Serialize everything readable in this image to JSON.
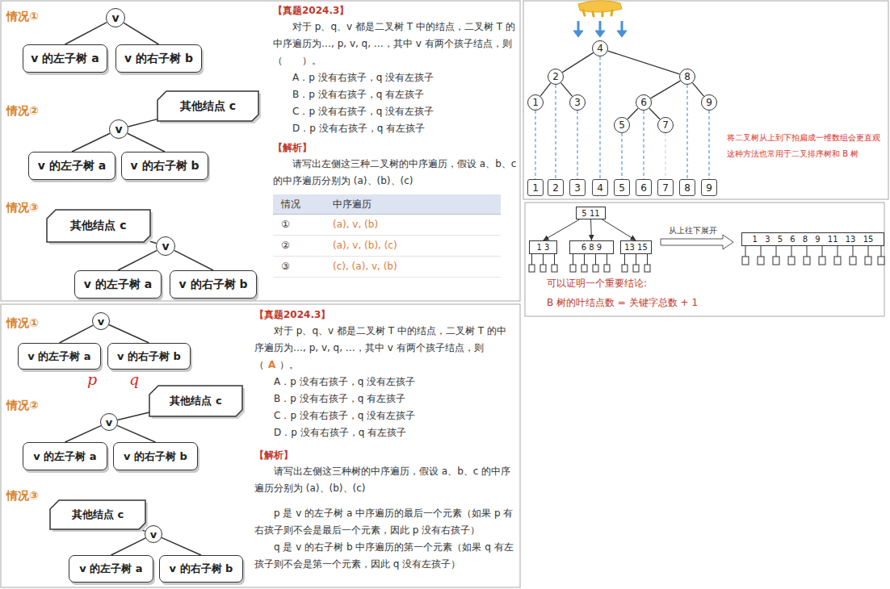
{
  "diagram": {
    "nodes": [
      {
        "text": [
          "v"
        ]
      },
      {
        "text": [
          "v 的左子树 a"
        ]
      },
      {
        "text": [
          "v 的右子树 b"
        ]
      },
      {
        "text": [
          "其他结点 c"
        ]
      },
      {
        "text": [
          "v"
        ]
      },
      {
        "text": [
          "v 的左子树 a"
        ]
      },
      {
        "text": [
          "v 的右子树 b"
        ]
      },
      {
        "text": [
          "其他结点 c"
        ]
      },
      {
        "text": [
          "v"
        ]
      },
      {
        "text": [
          "v 的左子树 a"
        ]
      },
      {
        "text": [
          "v 的右子树 b"
        ]
      },
      {
        "text": [
          "v"
        ]
      },
      {
        "text": [
          "v 的左子树 a"
        ]
      },
      {
        "text": [
          "v 的右子树 b"
        ]
      },
      {
        "text": [
          "其他结点 c"
        ]
      },
      {
        "text": [
          "v"
        ]
      },
      {
        "text": [
          "v 的左子树 a"
        ]
      },
      {
        "text": [
          "v 的右子树 b"
        ]
      },
      {
        "text": [
          "其他结点 c"
        ]
      },
      {
        "text": [
          "v"
        ]
      },
      {
        "text": [
          "v 的左子树 a"
        ]
      },
      {
        "text": [
          "v 的右子树 b"
        ]
      },
      {
        "text": [
          "4"
        ]
      },
      {
        "text": [
          "2"
        ]
      },
      {
        "text": [
          "8"
        ]
      },
      {
        "text": [
          "1"
        ]
      },
      {
        "text": [
          "3"
        ]
      },
      {
        "text": [
          "6"
        ]
      },
      {
        "text": [
          "9"
        ]
      },
      {
        "text": [
          "5"
        ]
      },
      {
        "text": [
          "7"
        ]
      },
      {
        "text": [
          "1"
        ]
      },
      {
        "text": [
          "2"
        ]
      },
      {
        "text": [
          "3"
        ]
      },
      {
        "text": [
          "4"
        ]
      },
      {
        "text": [
          "5"
        ]
      },
      {
        "text": [
          "6"
        ]
      },
      {
        "text": [
          "7"
        ]
      },
      {
        "text": [
          "8"
        ]
      },
      {
        "text": [
          "9"
        ]
      },
      {
        "text": [
          "5 11"
        ]
      },
      {
        "text": [
          "1 3"
        ]
      },
      {
        "text": [
          "6 8 9"
        ]
      },
      {
        "text": [
          "13 15"
        ]
      },
      {
        "text": [
          "1 3 5 6 8 9 11 13 15"
        ]
      }
    ],
    "edges": [
      {
        "from": 0,
        "to": 1,
        "arrow": "none"
      },
      {
        "from": 0,
        "to": 2,
        "arrow": "none"
      },
      {
        "from": 3,
        "to": 4,
        "arrow": "none"
      },
      {
        "from": 4,
        "to": 5,
        "arrow": "none"
      },
      {
        "from": 4,
        "to": 6,
        "arrow": "none"
      },
      {
        "from": 7,
        "to": 8,
        "arrow": "none"
      },
      {
        "from": 8,
        "to": 9,
        "arrow": "none"
      },
      {
        "from": 8,
        "to": 10,
        "arrow": "none"
      },
      {
        "from": 11,
        "to": 12,
        "arrow": "none"
      },
      {
        "from": 11,
        "to": 13,
        "arrow": "none"
      },
      {
        "from": 14,
        "to": 15,
        "arrow": "none"
      },
      {
        "from": 15,
        "to": 16,
        "arrow": "none"
      },
      {
        "from": 15,
        "to": 17,
        "arrow": "none"
      },
      {
        "from": 18,
        "to": 19,
        "arrow": "none"
      },
      {
        "from": 19,
        "to": 20,
        "arrow": "none"
      },
      {
        "from": 19,
        "to": 21,
        "arrow": "none"
      },
      {
        "from": 22,
        "to": 23,
        "arrow": "none"
      },
      {
        "from": 22,
        "to": 24,
        "arrow": "none"
      },
      {
        "from": 23,
        "to": 25,
        "arrow": "none"
      },
      {
        "from": 23,
        "to": 26,
        "arrow": "none"
      },
      {
        "from": 24,
        "to": 27,
        "arrow": "none"
      },
      {
        "from": 24,
        "to": 28,
        "arrow": "none"
      },
      {
        "from": 27,
        "to": 29,
        "arrow": "none"
      },
      {
        "from": 27,
        "to": 30,
        "arrow": "none"
      },
      {
        "from": 25,
        "to": 31,
        "arrow": "none"
      },
      {
        "from": 23,
        "to": 32,
        "arrow": "none"
      },
      {
        "from": 26,
        "to": 33,
        "arrow": "none"
      },
      {
        "from": 22,
        "to": 34,
        "arrow": "none"
      },
      {
        "from": 29,
        "to": 35,
        "arrow": "none"
      },
      {
        "from": 27,
        "to": 36,
        "arrow": "none"
      },
      {
        "from": 30,
        "to": 37,
        "arrow": "none"
      },
      {
        "from": 24,
        "to": 38,
        "arrow": "none"
      },
      {
        "from": 28,
        "to": 39,
        "arrow": "none"
      },
      {
        "from": 40,
        "to": 41,
        "arrow": "to"
      },
      {
        "from": 40,
        "to": 42,
        "arrow": "to"
      },
      {
        "from": 40,
        "to": 43,
        "arrow": "to"
      }
    ],
    "labels": [
      "情况①",
      "情况②",
      "情况③",
      "【真题2024.3】",
      "对于 p、q、v 都是二叉树 T 中的结点，二叉树 T 的中序遍历为…, p, v, q, …，其中 v 有两个孩子结点，则（　　）。",
      "A．p 没有右孩子，q 没有左孩子",
      "B．p 没有右孩子，q 有左孩子",
      "C．p 没有右孩子，q 没有左孩子",
      "D．p 没有右孩子，q 有左孩子",
      "【解析】",
      "请写出左侧这三种二叉树的中序遍历，假设 a、b、c 的中序遍历分别为 (a)、(b)、(c)",
      "情况",
      "中序遍历",
      "①",
      "(a), v, (b)",
      "②",
      "(a), v, (b), (c)",
      "③",
      "(c), (a), v, (b)",
      "情况①",
      "情况②",
      "情况③",
      "p",
      "q",
      "【真题2024.3】",
      "对于 p、q、v 都是二叉树 T 中的结点，二叉树 T 的中序遍历为…, p, v, q, …，其中 v 有两个孩子结点，则（",
      "A",
      "）。",
      "A．p 没有右孩子，q 没有左孩子",
      "B．p 没有右孩子，q 有左孩子",
      "C．p 没有右孩子，q 没有左孩子",
      "D．p 没有右孩子，q 有左孩子",
      "【解析】",
      "请写出左侧这三种树的中序遍历，假设 a、b、c 的中序遍历分别为 (a)、(b)、(c)",
      "p 是 v 的左子树 a 中序遍历的最后一个元素（如果 p 有右孩子则不会是最后一个元素，因此 p 没有右孩子）",
      "q 是 v 的右子树 b 中序遍历的第一个元素（如果 q 有左孩子则不会是第一个元素，因此 q 没有左孩子）",
      "将二叉树从上到下拍扁成一维数组会更直观",
      "这种方法也常用于二叉排序树和 B 树",
      "从上往下展开",
      "可以证明一个重要结论:",
      "B 树的叶结点数 = 关键字总数 + 1"
    ]
  }
}
